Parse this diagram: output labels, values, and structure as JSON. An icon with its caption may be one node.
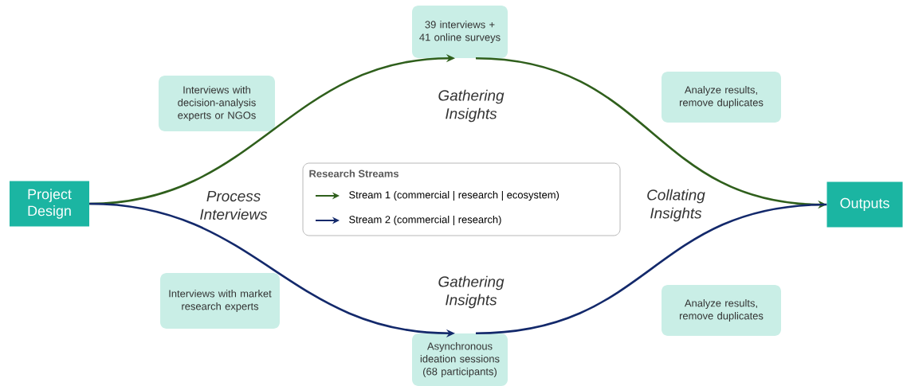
{
  "diagram": {
    "nodes": [
      {
        "text": [
          "Project Design"
        ]
      },
      {
        "text": [
          "Interviews with decision-analysis experts or NGOs"
        ]
      },
      {
        "text": [
          "39 interviews + 41 online surveys"
        ]
      },
      {
        "text": [
          "Analyze results, remove duplicates"
        ]
      },
      {
        "text": [
          "Outputs"
        ]
      },
      {
        "text": [
          "Interviews with market research experts"
        ]
      },
      {
        "text": [
          "Asynchronous ideation sessions (68 participants)"
        ]
      },
      {
        "text": [
          "Analyze results, remove duplicates"
        ]
      }
    ],
    "edges": [
      {
        "from": 0,
        "to": 2,
        "arrow": "to",
        "color": "#2f5f1c"
      },
      {
        "from": 2,
        "to": 4,
        "arrow": "to",
        "color": "#2f5f1c"
      },
      {
        "from": 0,
        "to": 6,
        "arrow": "to",
        "color": "#13296b"
      },
      {
        "from": 6,
        "to": 4,
        "arrow": "none",
        "color": "#13296b"
      }
    ],
    "labels": [
      "Gathering Insights",
      "Process Interviews",
      "Research Streams",
      "Collating Insights",
      "Gathering Insights"
    ],
    "legend": [
      {
        "text": "Stream 1 (commercial | research | ecosystem)"
      },
      {
        "text": "Stream 2 (commercial | research)"
      }
    ]
  }
}
